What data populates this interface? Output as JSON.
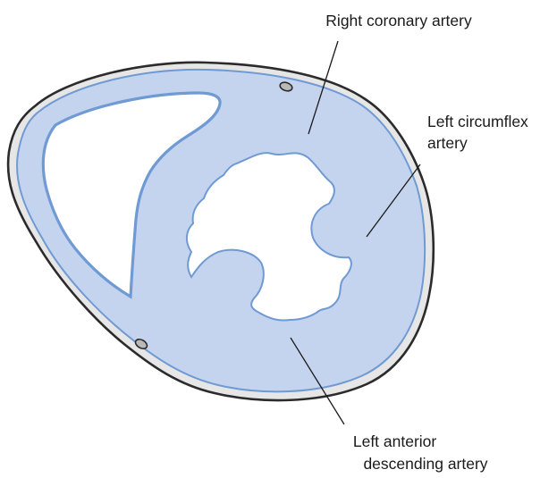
{
  "colors": {
    "epicardium": "#e6e6e6",
    "outline": "#2b2b2b",
    "myocardium": "#c5d4ee",
    "myocardium_edge": "#6f9ad3",
    "cavity": "#ffffff",
    "vessel": "#b9b9b9",
    "text": "#1a1a1a"
  },
  "labels": {
    "rca": [
      "Right coronary artery"
    ],
    "lcx": [
      "Left circumflex",
      "artery"
    ],
    "lad": [
      "Left anterior",
      "descending artery"
    ]
  }
}
